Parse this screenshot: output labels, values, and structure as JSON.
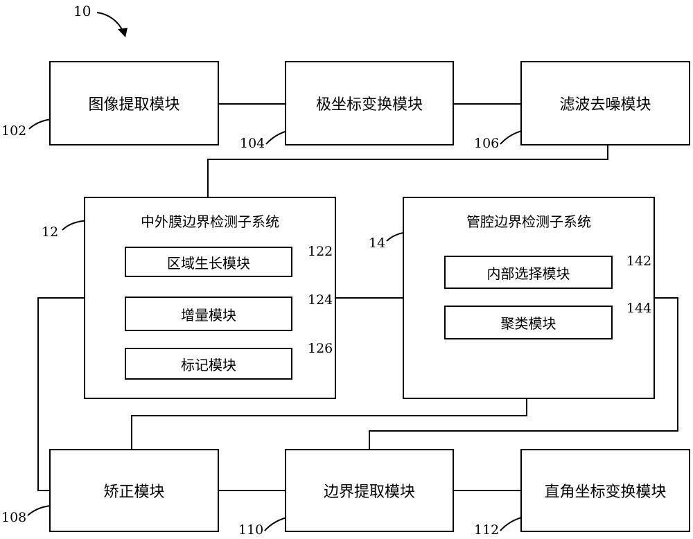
{
  "figure_number": "10",
  "modules": {
    "image_extraction": {
      "label": "图像提取模块",
      "ref": "102"
    },
    "polar_transform": {
      "label": "极坐标变换模块",
      "ref": "104"
    },
    "filter_denoise": {
      "label": "滤波去噪模块",
      "ref": "106"
    },
    "correction": {
      "label": "矫正模块",
      "ref": "108"
    },
    "boundary_extraction": {
      "label": "边界提取模块",
      "ref": "110"
    },
    "cartesian_transform": {
      "label": "直角坐标变换模块",
      "ref": "112"
    }
  },
  "subsystems": {
    "media_adventitia": {
      "label": "中外膜边界检测子系统",
      "ref": "12",
      "children": [
        {
          "label": "区域生长模块",
          "ref": "122"
        },
        {
          "label": "增量模块",
          "ref": "124"
        },
        {
          "label": "标记模块",
          "ref": "126"
        }
      ]
    },
    "lumen": {
      "label": "管腔边界检测子系统",
      "ref": "14",
      "children": [
        {
          "label": "内部选择模块",
          "ref": "142"
        },
        {
          "label": "聚类模块",
          "ref": "144"
        }
      ]
    }
  }
}
